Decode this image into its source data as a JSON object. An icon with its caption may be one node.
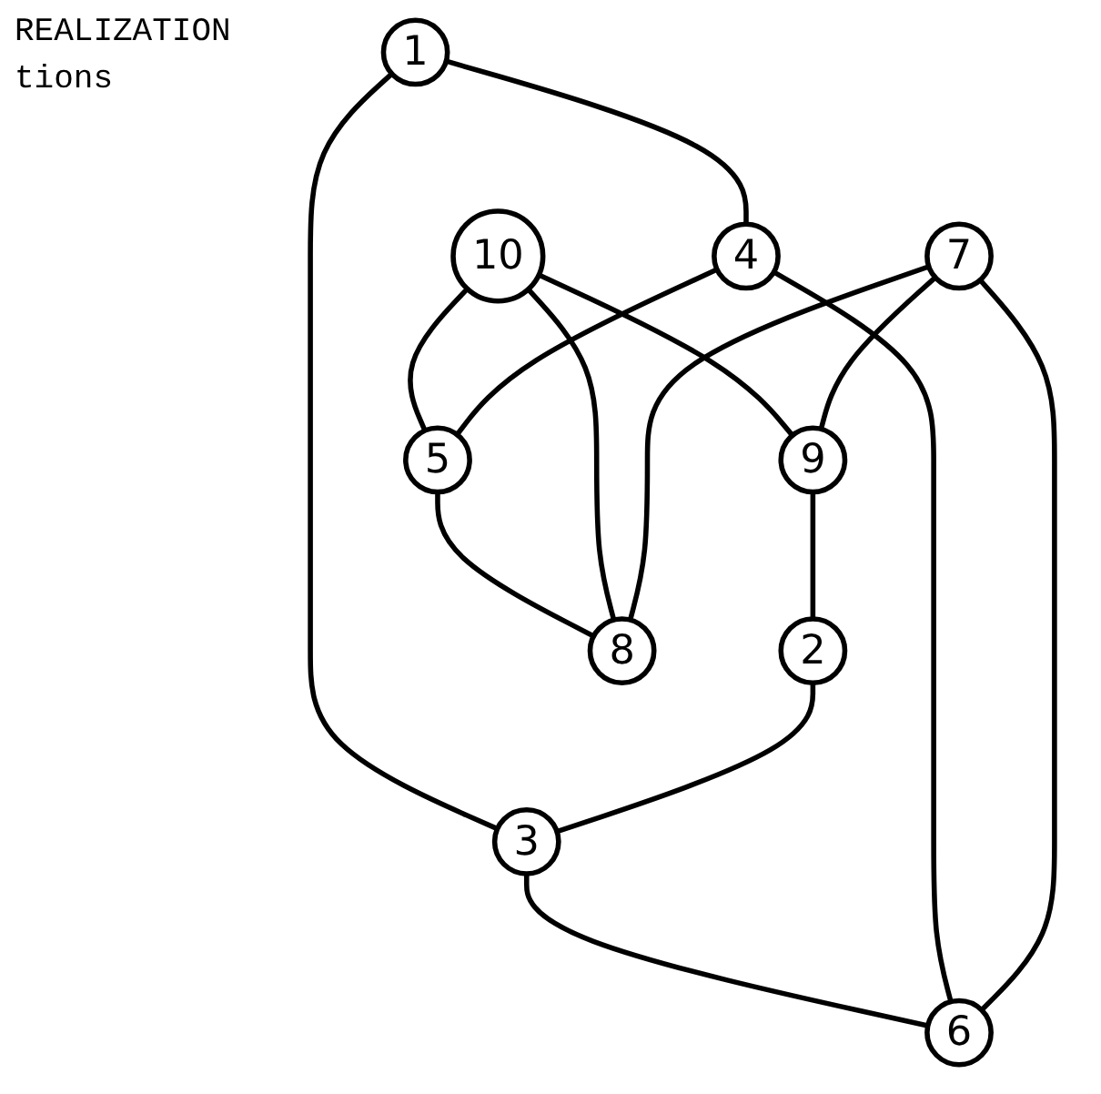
{
  "diagram": {
    "nodes": [
      {
        "text": [
          "7"
        ]
      },
      {
        "text": [
          "10"
        ]
      },
      {
        "text": [
          "9"
        ]
      },
      {
        "text": [
          "2"
        ]
      },
      {
        "text": [
          "1"
        ]
      },
      {
        "text": [
          "3"
        ]
      },
      {
        "text": [
          "4"
        ]
      },
      {
        "text": [
          "8"
        ]
      },
      {
        "text": [
          "6"
        ]
      },
      {
        "text": [
          "5"
        ]
      }
    ],
    "edges": [
      {
        "from": 0,
        "to": 7,
        "arrow": "none"
      },
      {
        "from": 0,
        "to": 2,
        "arrow": "none"
      },
      {
        "from": 0,
        "to": 8,
        "arrow": "none"
      },
      {
        "from": 1,
        "to": 2,
        "arrow": "none"
      },
      {
        "from": 2,
        "to": 3,
        "arrow": "none"
      },
      {
        "from": 3,
        "to": 5,
        "arrow": "none"
      },
      {
        "from": 4,
        "to": 5,
        "arrow": "none"
      },
      {
        "from": 4,
        "to": 6,
        "arrow": "none"
      },
      {
        "from": 6,
        "to": 8,
        "arrow": "none"
      },
      {
        "from": 5,
        "to": 8,
        "arrow": "none"
      },
      {
        "from": 6,
        "to": 9,
        "arrow": "none"
      },
      {
        "from": 1,
        "to": 9,
        "arrow": "none"
      },
      {
        "from": 1,
        "to": 7,
        "arrow": "none"
      },
      {
        "from": 9,
        "to": 7,
        "arrow": "none"
      }
    ],
    "labels": [
      "REALIZATION",
      "tions"
    ]
  }
}
